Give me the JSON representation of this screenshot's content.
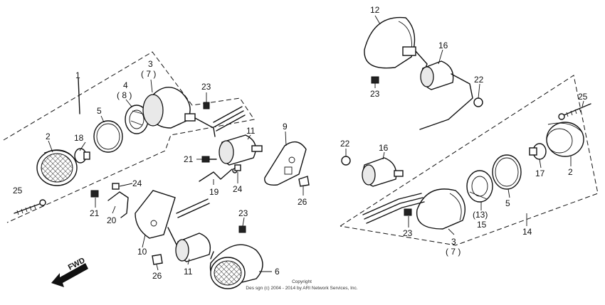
{
  "labels": {
    "n1": "1",
    "n2a": "2",
    "n3a": "3",
    "n7a": "( 7 )",
    "n4": "4",
    "n8": "( 8 )",
    "n5a": "5",
    "n18": "18",
    "n23a": "23",
    "n25a": "25",
    "n21a": "21",
    "n24a": "24",
    "n20": "20",
    "n19": "19",
    "n11a": "11",
    "n9": "9",
    "n24b": "24",
    "n26a": "26",
    "n10": "10",
    "n23b": "23",
    "n26b": "26",
    "n11b": "11",
    "n6": "6",
    "n12": "12",
    "n16a": "16",
    "n23c": "23",
    "n22a": "22",
    "n25b": "25",
    "n2b": "2",
    "n22b": "22",
    "n16b": "16",
    "n17": "17",
    "n5b": "5",
    "n13": "(13)",
    "n15": "15",
    "n23d": "23",
    "n3b": "3",
    "n7b": "( 7 )",
    "n14": "14"
  },
  "fwd_label": "FWD",
  "copyright": {
    "line1": "Copyright",
    "line2": "Des sgn (c) 2004 - 2014 by ARI Network Services, Inc."
  },
  "colors": {
    "line": "#111111",
    "background": "#ffffff"
  }
}
